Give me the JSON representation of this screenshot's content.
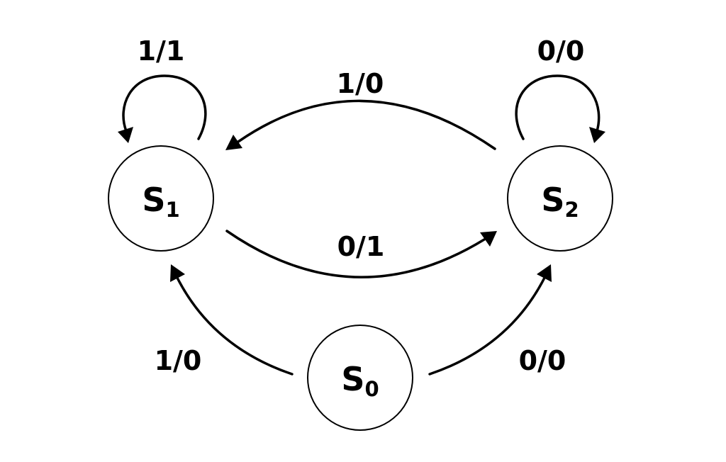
{
  "states": {
    "s0": {
      "name": "S",
      "sub": "0"
    },
    "s1": {
      "name": "S",
      "sub": "1"
    },
    "s2": {
      "name": "S",
      "sub": "2"
    }
  },
  "transitions": {
    "s1_self": "1/1",
    "s2_self": "0/0",
    "s2_to_s1": "1/0",
    "s1_to_s2": "0/1",
    "s0_to_s1": "1/0",
    "s0_to_s2": "0/0"
  }
}
